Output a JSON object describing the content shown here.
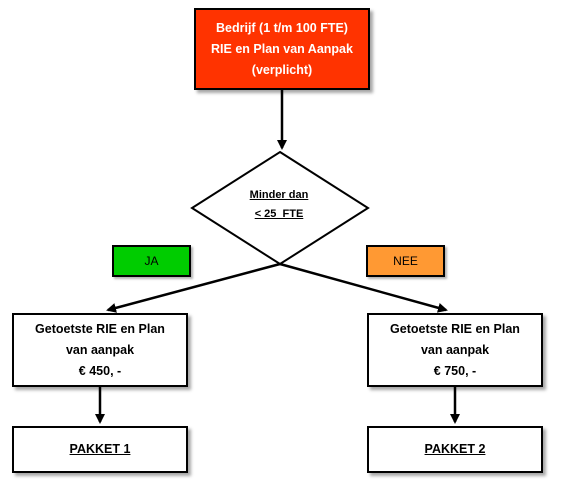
{
  "start": {
    "lines": [
      "Bedrijf (1 t/m 100 FTE)",
      "RIE en Plan van Aanpak",
      "(verplicht)"
    ],
    "color": "#ff3300"
  },
  "decision": {
    "lines": [
      "Minder dan",
      "< 25  FTE"
    ]
  },
  "labels": {
    "yes": {
      "text": "JA",
      "color": "#00cc00"
    },
    "no": {
      "text": "NEE",
      "color": "#ff9933"
    }
  },
  "results": {
    "left": {
      "lines": [
        "Getoetste RIE en Plan",
        "van aanpak",
        "€ 450, -"
      ]
    },
    "right": {
      "lines": [
        "Getoetste RIE en Plan",
        "van aanpak",
        "€ 750, -"
      ]
    }
  },
  "packages": {
    "left": "PAKKET 1",
    "right": "PAKKET 2"
  }
}
